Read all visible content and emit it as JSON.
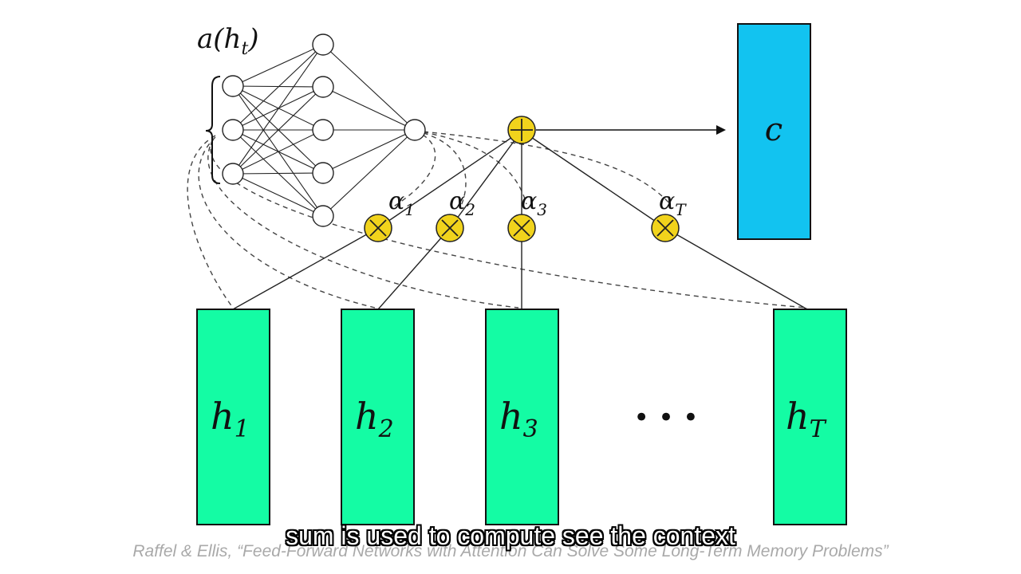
{
  "diagram": {
    "score_function_label": "a(h",
    "score_function_sub": "t",
    "score_function_close": ")",
    "context_label": "c",
    "alphas": [
      {
        "base": "α",
        "sub": "1"
      },
      {
        "base": "α",
        "sub": "2"
      },
      {
        "base": "α",
        "sub": "3"
      },
      {
        "base": "α",
        "sub": "T"
      }
    ],
    "hidden_states": [
      {
        "base": "h",
        "sub": "1"
      },
      {
        "base": "h",
        "sub": "2"
      },
      {
        "base": "h",
        "sub": "3"
      },
      {
        "base": "h",
        "sub": "T"
      }
    ],
    "ellipsis": "• • •",
    "sum_symbol": "+",
    "mult_symbol": "×"
  },
  "colors": {
    "hidden_fill": "#14fca4",
    "context_fill": "#12c3f0",
    "op_fill": "#f1d31c"
  },
  "citation": "Raffel & Ellis, “Feed-Forward Networks with Attention Can Solve Some Long-Term Memory Problems”",
  "subtitle": "sum is used to compute see the context"
}
